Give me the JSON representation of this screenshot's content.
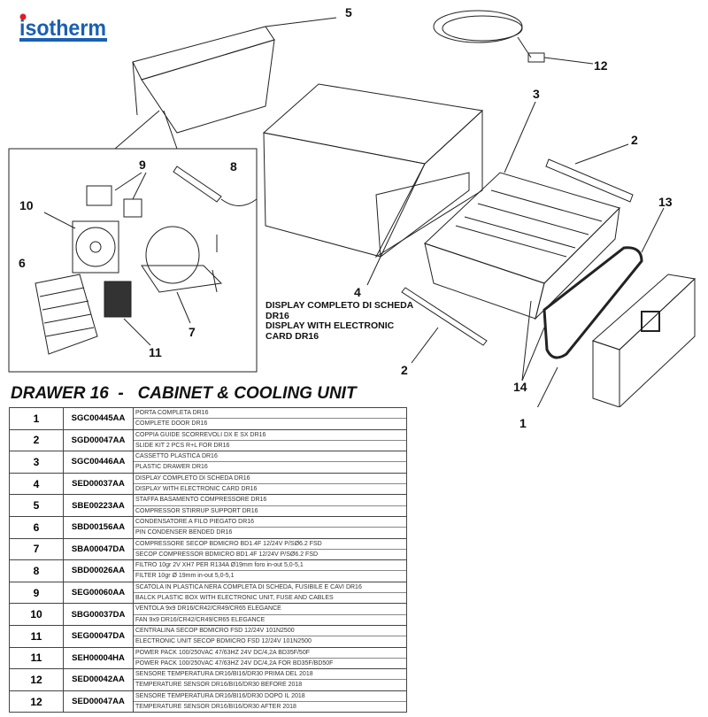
{
  "brand": {
    "logo_text": "isotherm",
    "color": "#1a5fb4",
    "dot_color": "#e01b24"
  },
  "callouts": [
    "5",
    "12",
    "3",
    "2",
    "13",
    "9",
    "8",
    "10",
    "6",
    "7",
    "11",
    "4",
    "2",
    "14",
    "1"
  ],
  "display_note": [
    "DISPLAY COMPLETO DI SCHEDA",
    "DR16",
    "DISPLAY WITH ELECTRONIC",
    "CARD DR16"
  ],
  "title": "DRAWER 16  -   CABINET & COOLING UNIT",
  "parts": [
    {
      "num": "1",
      "code": "SGC00445AA",
      "it": "PORTA COMPLETA DR16",
      "en": "COMPLETE DOOR DR16"
    },
    {
      "num": "2",
      "code": "SGD00047AA",
      "it": "COPPIA GUIDE SCORREVOLI DX E SX DR16",
      "en": "SLIDE KIT 2 PCS R+L FOR DR16"
    },
    {
      "num": "3",
      "code": "SGC00446AA",
      "it": "CASSETTO PLASTICA DR16",
      "en": "PLASTIC DRAWER DR16"
    },
    {
      "num": "4",
      "code": "SED00037AA",
      "it": "DISPLAY COMPLETO DI SCHEDA DR16",
      "en": "DISPLAY WITH ELECTRONIC CARD DR16"
    },
    {
      "num": "5",
      "code": "SBE00223AA",
      "it": "STAFFA BASAMENTO COMPRESSORE DR16",
      "en": "COMPRESSOR STIRRUP SUPPORT DR16"
    },
    {
      "num": "6",
      "code": "SBD00156AA",
      "it": "CONDENSATORE A FILO PIEGATO DR16",
      "en": "PIN CONDENSER BENDED DR16"
    },
    {
      "num": "7",
      "code": "SBA00047DA",
      "it": "COMPRESSORE SECOP BDMICRO BD1.4F 12/24V P/SØ6.2 FSD",
      "en": "SECOP COMPRESSOR BDMICRO BD1.4F 12/24V P/SØ6.2 FSD"
    },
    {
      "num": "8",
      "code": "SBD00026AA",
      "it": "FILTRO 10gr 2V XH7 PER R134A Ø19mm foro in-out 5,0-5,1",
      "en": "FILTER 10gr Ø 19mm in-out 5,0-5,1"
    },
    {
      "num": "9",
      "code": "SEG00060AA",
      "it": "SCATOLA IN PLASTICA NERA COMPLETA DI SCHEDA, FUSIBILE E CAVI DR16",
      "en": "BALCK PLASTIC BOX WITH ELECTRONIC UNIT, FUSE AND CABLES"
    },
    {
      "num": "10",
      "code": "SBG00037DA",
      "it": "VENTOLA 9x9 DR16/CR42/CR49/CR65 ELEGANCE",
      "en": "FAN 9x9 DR16/CR42/CR49/CR65 ELEGANCE"
    },
    {
      "num": "11",
      "code": "SEG00047DA",
      "it": "CENTRALINA SECOP BDMICRO FSD 12/24V 101N2500",
      "en": "ELECTRONIC UNIT SECOP BDMICRO FSD 12/24V 101N2500"
    },
    {
      "num": "11",
      "code": "SEH00004HA",
      "it": "POWER PACK 100/250VAC 47/63HZ 24V DC/4,2A BD35F/50F",
      "en": "POWER PACK 100/250VAC 47/63HZ 24V DC/4,2A FOR BD35F/BD50F"
    },
    {
      "num": "12",
      "code": "SED00042AA",
      "it": "SENSORE TEMPERATURA DR16/BI16/DR30 PRIMA DEL 2018",
      "en": "TEMPERATURE SENSOR DR16/BI16/DR30 BEFORE 2018"
    },
    {
      "num": "12",
      "code": "SED00047AA",
      "it": "SENSORE TEMPERATURA DR16/BI16/DR30 DOPO IL 2018",
      "en": "TEMPERATURE SENSOR DR16/BI16/DR30 AFTER 2018"
    }
  ]
}
